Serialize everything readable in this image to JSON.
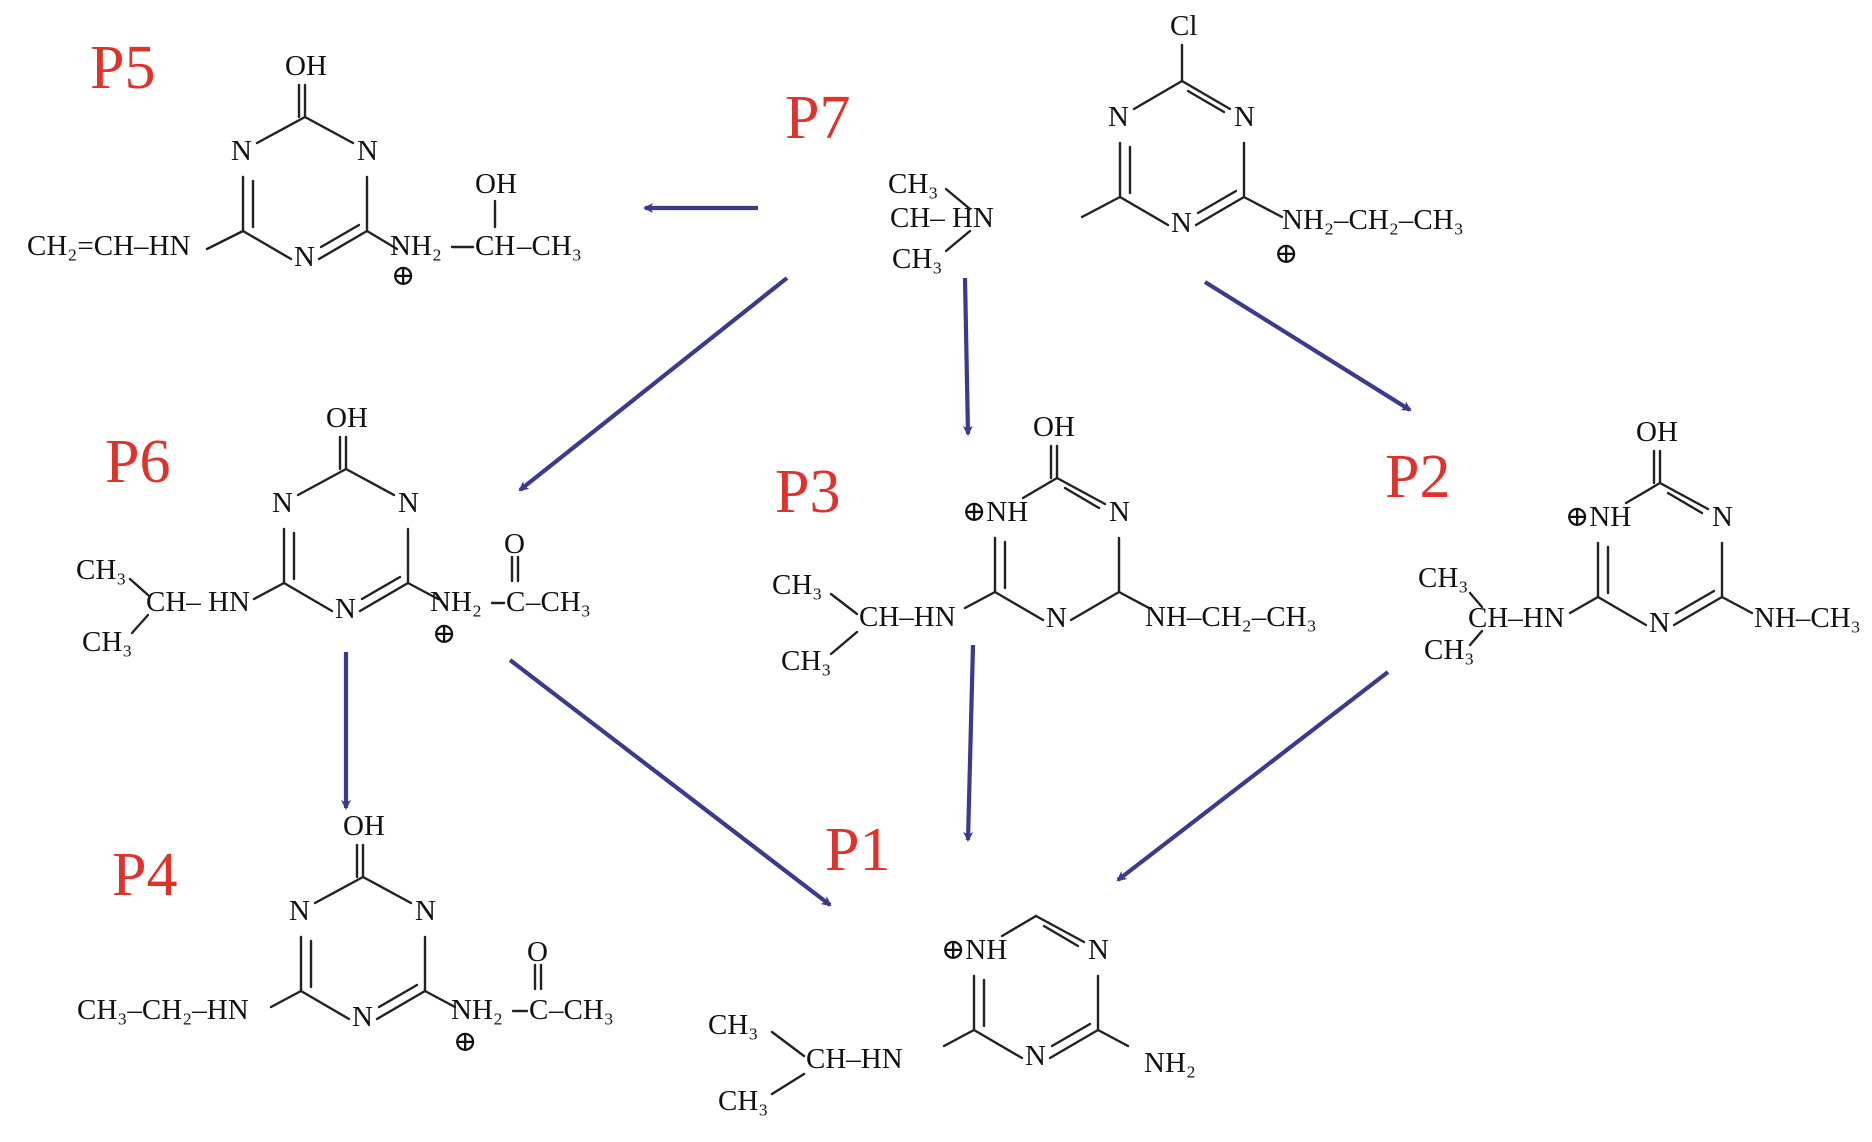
{
  "colors": {
    "label": "#e0322b",
    "arrow": "#3b3a8e",
    "bond": "#222222",
    "background": "#ffffff"
  },
  "labels": {
    "p1": "P1",
    "p2": "P2",
    "p3": "P3",
    "p4": "P4",
    "p5": "P5",
    "p6": "P6",
    "p7": "P7"
  },
  "atoms": {
    "n": "N",
    "nh_plus": "⊕NH",
    "plus": "⊕",
    "oh": "OH",
    "cl": "Cl",
    "o": "O"
  },
  "groups": {
    "ch3": "CH₃",
    "ch_hn": "CH– HN",
    "ch_hn_b": "CH–HN",
    "nh2_plus_ch2_ch3": "NH₂–CH₂–CH₃",
    "nh_ch2_ch3": "NH–CH₂–CH₃",
    "nh_ch3": "NH–CH₃",
    "nh2": "NH₂",
    "nh2_plus": "NH₂",
    "c_carbonyl": "C",
    "ch_alcohol": "CH",
    "ch2_eq_ch_hn": "CH₂=CH–HN",
    "ch3_ch2_hn": "CH₃–CH₂–HN",
    "dash_ch3": "–CH₃",
    "dash": "–"
  }
}
